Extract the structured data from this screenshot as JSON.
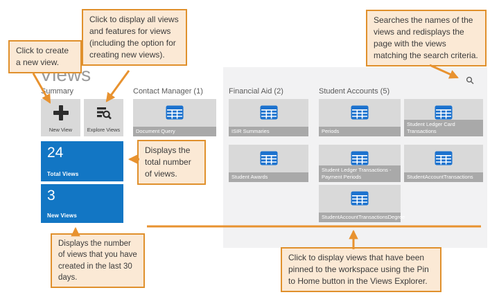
{
  "colors": {
    "accent_orange": "#e8922f",
    "callout_border": "#e0902c",
    "callout_background": "#fbe9d5",
    "stat_tile_blue": "#1276c4",
    "table_icon_blue": "#1c72ce",
    "tile_gray": "#d9d9d9",
    "tile_label_bar_gray": "#a9a9a9",
    "workspace_gray": "#f2f2f3"
  },
  "icons": {
    "new_view": "plus-icon",
    "explore_views": "list-search-icon",
    "view_tile": "table-icon",
    "search": "magnifier-icon"
  },
  "app": {
    "title": "Views",
    "summary": {
      "heading": "Summary",
      "actions": [
        {
          "label": "New View"
        },
        {
          "label": "Explore Views"
        }
      ],
      "stats": [
        {
          "value": "24",
          "label": "Total Views"
        },
        {
          "value": "3",
          "label": "New Views"
        }
      ]
    },
    "categories": [
      {
        "heading": "Contact Manager (1)"
      },
      {
        "heading": "Financial Aid (2)"
      },
      {
        "heading": "Student Accounts (5)"
      }
    ],
    "tiles": [
      {
        "label": "Document Query"
      },
      {
        "label": "ISIR Summaries"
      },
      {
        "label": "Student Awards"
      },
      {
        "label": "Periods"
      },
      {
        "label": "Student Ledger Card Transactions"
      },
      {
        "label": "Student Ledger Transactions - Payment Periods"
      },
      {
        "label": "StudentAccountTransactions"
      },
      {
        "label": "StudentAccountTransactionsDegree"
      }
    ]
  },
  "callouts": [
    {
      "text": "Click to create a new view."
    },
    {
      "text": "Click to display all views and features for views (including the option for creating new views)."
    },
    {
      "text": "Searches the names of the views and redisplays the page with the views matching the search criteria."
    },
    {
      "text": "Displays the total number of views."
    },
    {
      "text": "Displays the number of views that you have created in the last 30 days."
    },
    {
      "text": "Click to display views that have been pinned to the workspace using the Pin to Home button in the Views Explorer."
    }
  ]
}
